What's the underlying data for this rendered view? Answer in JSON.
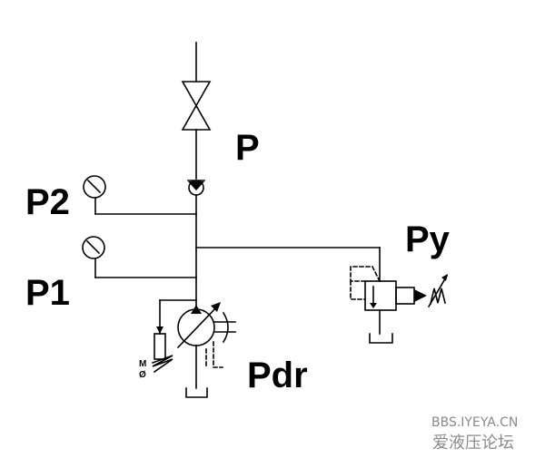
{
  "labels": {
    "p": "P",
    "p2": "P2",
    "p1": "P1",
    "py": "Py",
    "pdr": "Pdr",
    "motor_mark_top": "M",
    "motor_mark_bottom": "Ø"
  },
  "watermark": {
    "site": "BBS.IYEYA.CN",
    "forum_name": "爱液压论坛"
  }
}
